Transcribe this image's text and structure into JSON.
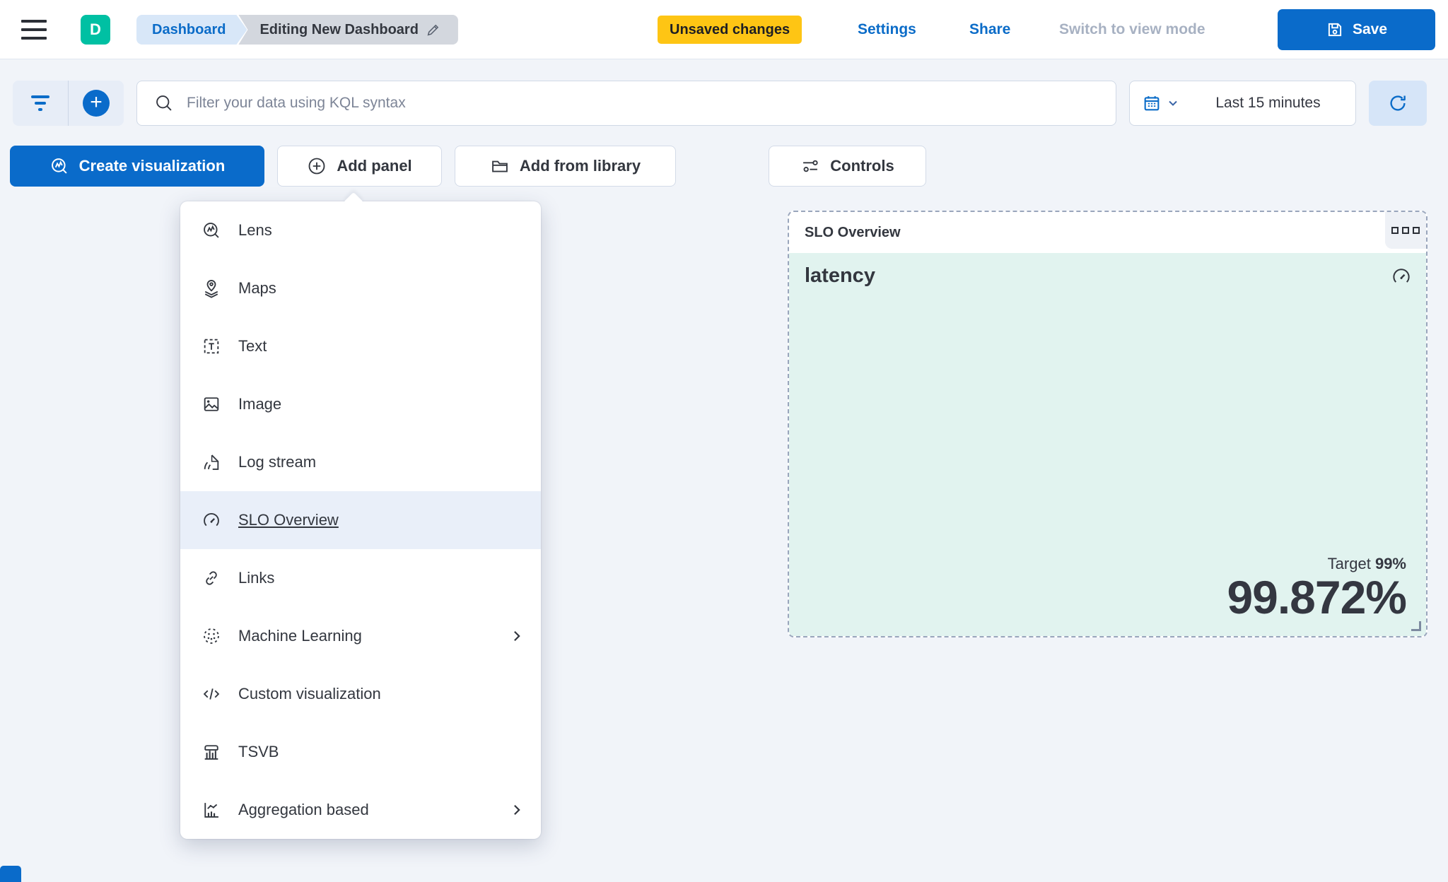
{
  "topbar": {
    "logo_letter": "D",
    "breadcrumb_section": "Dashboard",
    "breadcrumb_current": "Editing New Dashboard",
    "unsaved_badge": "Unsaved changes",
    "settings_label": "Settings",
    "share_label": "Share",
    "view_mode_label": "Switch to view mode",
    "save_label": "Save"
  },
  "toolbar": {
    "search_placeholder": "Filter your data using KQL syntax",
    "time_range": "Last 15 minutes"
  },
  "actions": {
    "create_visualization": "Create visualization",
    "add_panel": "Add panel",
    "add_from_library": "Add from library",
    "controls": "Controls"
  },
  "menu": {
    "items": [
      {
        "label": "Lens",
        "icon": "lens-icon",
        "selected": false,
        "has_submenu": false
      },
      {
        "label": "Maps",
        "icon": "maps-icon",
        "selected": false,
        "has_submenu": false
      },
      {
        "label": "Text",
        "icon": "text-icon",
        "selected": false,
        "has_submenu": false
      },
      {
        "label": "Image",
        "icon": "image-icon",
        "selected": false,
        "has_submenu": false
      },
      {
        "label": "Log stream",
        "icon": "log-stream-icon",
        "selected": false,
        "has_submenu": false
      },
      {
        "label": "SLO Overview",
        "icon": "gauge-icon",
        "selected": true,
        "has_submenu": false
      },
      {
        "label": "Links",
        "icon": "link-icon",
        "selected": false,
        "has_submenu": false
      },
      {
        "label": "Machine Learning",
        "icon": "machine-learning-icon",
        "selected": false,
        "has_submenu": true
      },
      {
        "label": "Custom visualization",
        "icon": "code-icon",
        "selected": false,
        "has_submenu": false
      },
      {
        "label": "TSVB",
        "icon": "tsvb-icon",
        "selected": false,
        "has_submenu": false
      },
      {
        "label": "Aggregation based",
        "icon": "aggregation-icon",
        "selected": false,
        "has_submenu": true
      }
    ]
  },
  "panel": {
    "header_title": "SLO Overview",
    "metric_name": "latency",
    "target_label": "Target",
    "target_value": "99%",
    "value": "99.872%"
  },
  "colors": {
    "primary_blue": "#0a6bca",
    "link_blue": "#0b6cc8",
    "warning_yellow": "#fec514",
    "logo_teal": "#00c0a3",
    "panel_mint": "#e1f3ef",
    "menu_highlight": "#e9eff9",
    "text_dark": "#343741"
  }
}
